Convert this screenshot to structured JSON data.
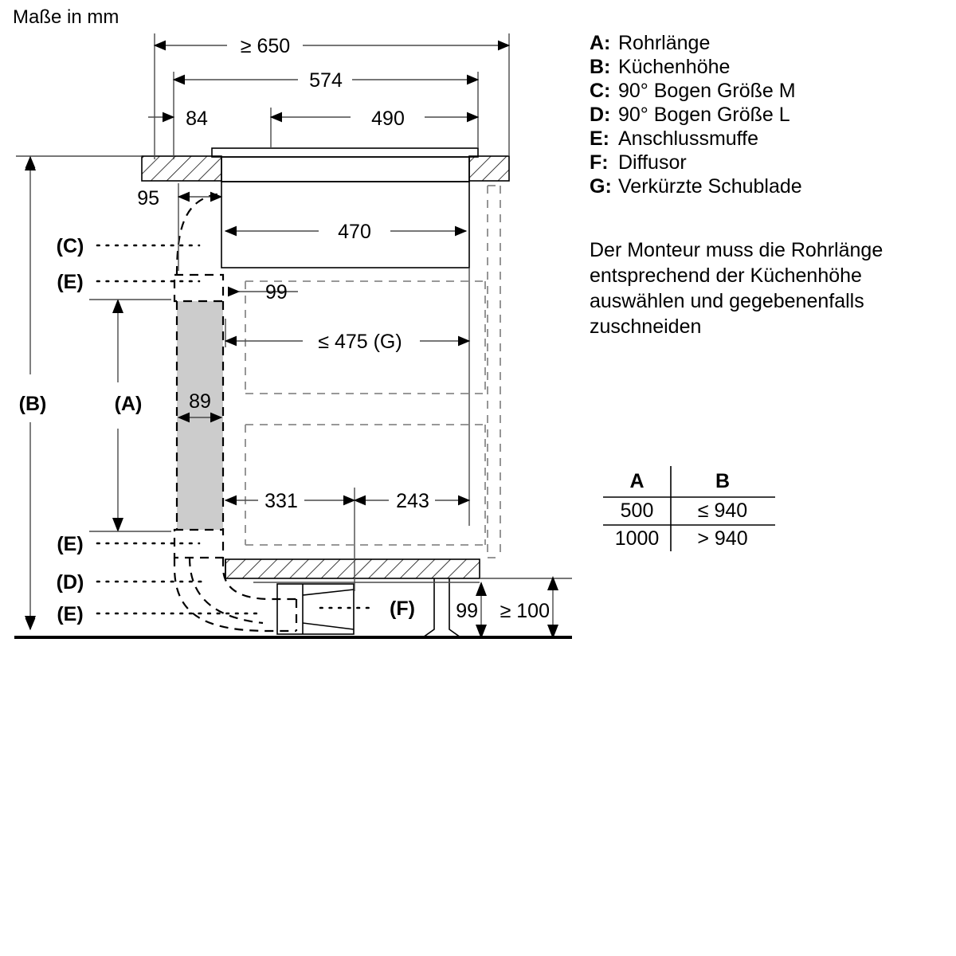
{
  "title": "Maße in mm",
  "legend": {
    "items": [
      {
        "key": "A:",
        "value": "Rohrlänge"
      },
      {
        "key": "B:",
        "value": "Küchenhöhe"
      },
      {
        "key": "C:",
        "value": "90° Bogen Größe M"
      },
      {
        "key": "D:",
        "value": "90° Bogen Größe L"
      },
      {
        "key": "E:",
        "value": "Anschlussmuffe"
      },
      {
        "key": "F:",
        "value": "Diffusor"
      },
      {
        "key": "G:",
        "value": "Verkürzte Schublade"
      }
    ]
  },
  "note": {
    "lines": [
      "Der Monteur muss die Rohrlänge",
      "entsprechend der Küchenhöhe",
      "auswählen und gegebenenfalls",
      "zuschneiden"
    ]
  },
  "table": {
    "headers": [
      "A",
      "B"
    ],
    "rows": [
      [
        "500",
        "≤ 940"
      ],
      [
        "1000",
        "> 940"
      ]
    ]
  },
  "dimensions": {
    "top_width": "≥ 650",
    "d574": "574",
    "d490": "490",
    "d84": "84",
    "d95": "95",
    "d470": "470",
    "d99_upper": "99",
    "d475g": "≤ 475 (G)",
    "d89": "89",
    "d331": "331",
    "d243": "243",
    "d99_lower": "99",
    "d100": "≥ 100"
  },
  "callouts": {
    "b": "(B)",
    "a": "(A)",
    "c": "(C)",
    "e1": "(E)",
    "e2": "(E)",
    "d": "(D)",
    "e3": "(E)",
    "f": "(F)"
  },
  "colors": {
    "line": "#000000",
    "thin": "#4a4a4a",
    "gray_dash": "#8a8a8a",
    "duct_fill": "#cccccc"
  }
}
